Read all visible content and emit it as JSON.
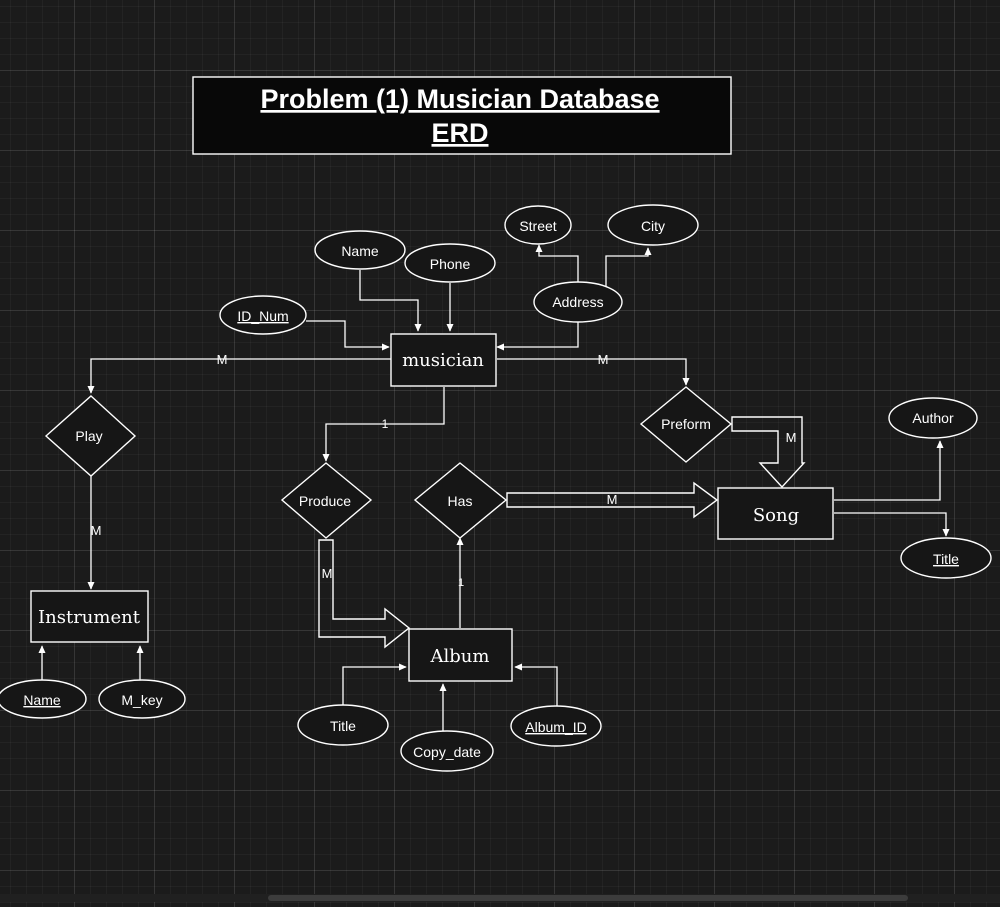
{
  "title": {
    "line1": "Problem (1) Musician Database ",
    "line2": "ERD "
  },
  "entities": {
    "musician": "musician",
    "instrument": "Instrument",
    "album": "Album",
    "song": "Song"
  },
  "relationships": {
    "play": "Play",
    "produce": "Produce",
    "has": "Has",
    "preform": "Preform"
  },
  "attributes": {
    "name": "Name",
    "phone": "Phone",
    "id_num": "ID_Num",
    "street": "Street",
    "city": "City",
    "address": "Address",
    "author": "Author",
    "song_title": "Title",
    "instrument_name": "Name",
    "m_key": "M_key",
    "album_title": "Title",
    "copy_date": "Copy_date",
    "album_id": "Album_ID"
  },
  "cardinalities": {
    "musician_play": "M",
    "play_instrument": "M",
    "musician_produce": "1",
    "produce_album": "M",
    "album_has": "1",
    "has_song": "M",
    "musician_preform": "M",
    "preform_song": "M"
  }
}
